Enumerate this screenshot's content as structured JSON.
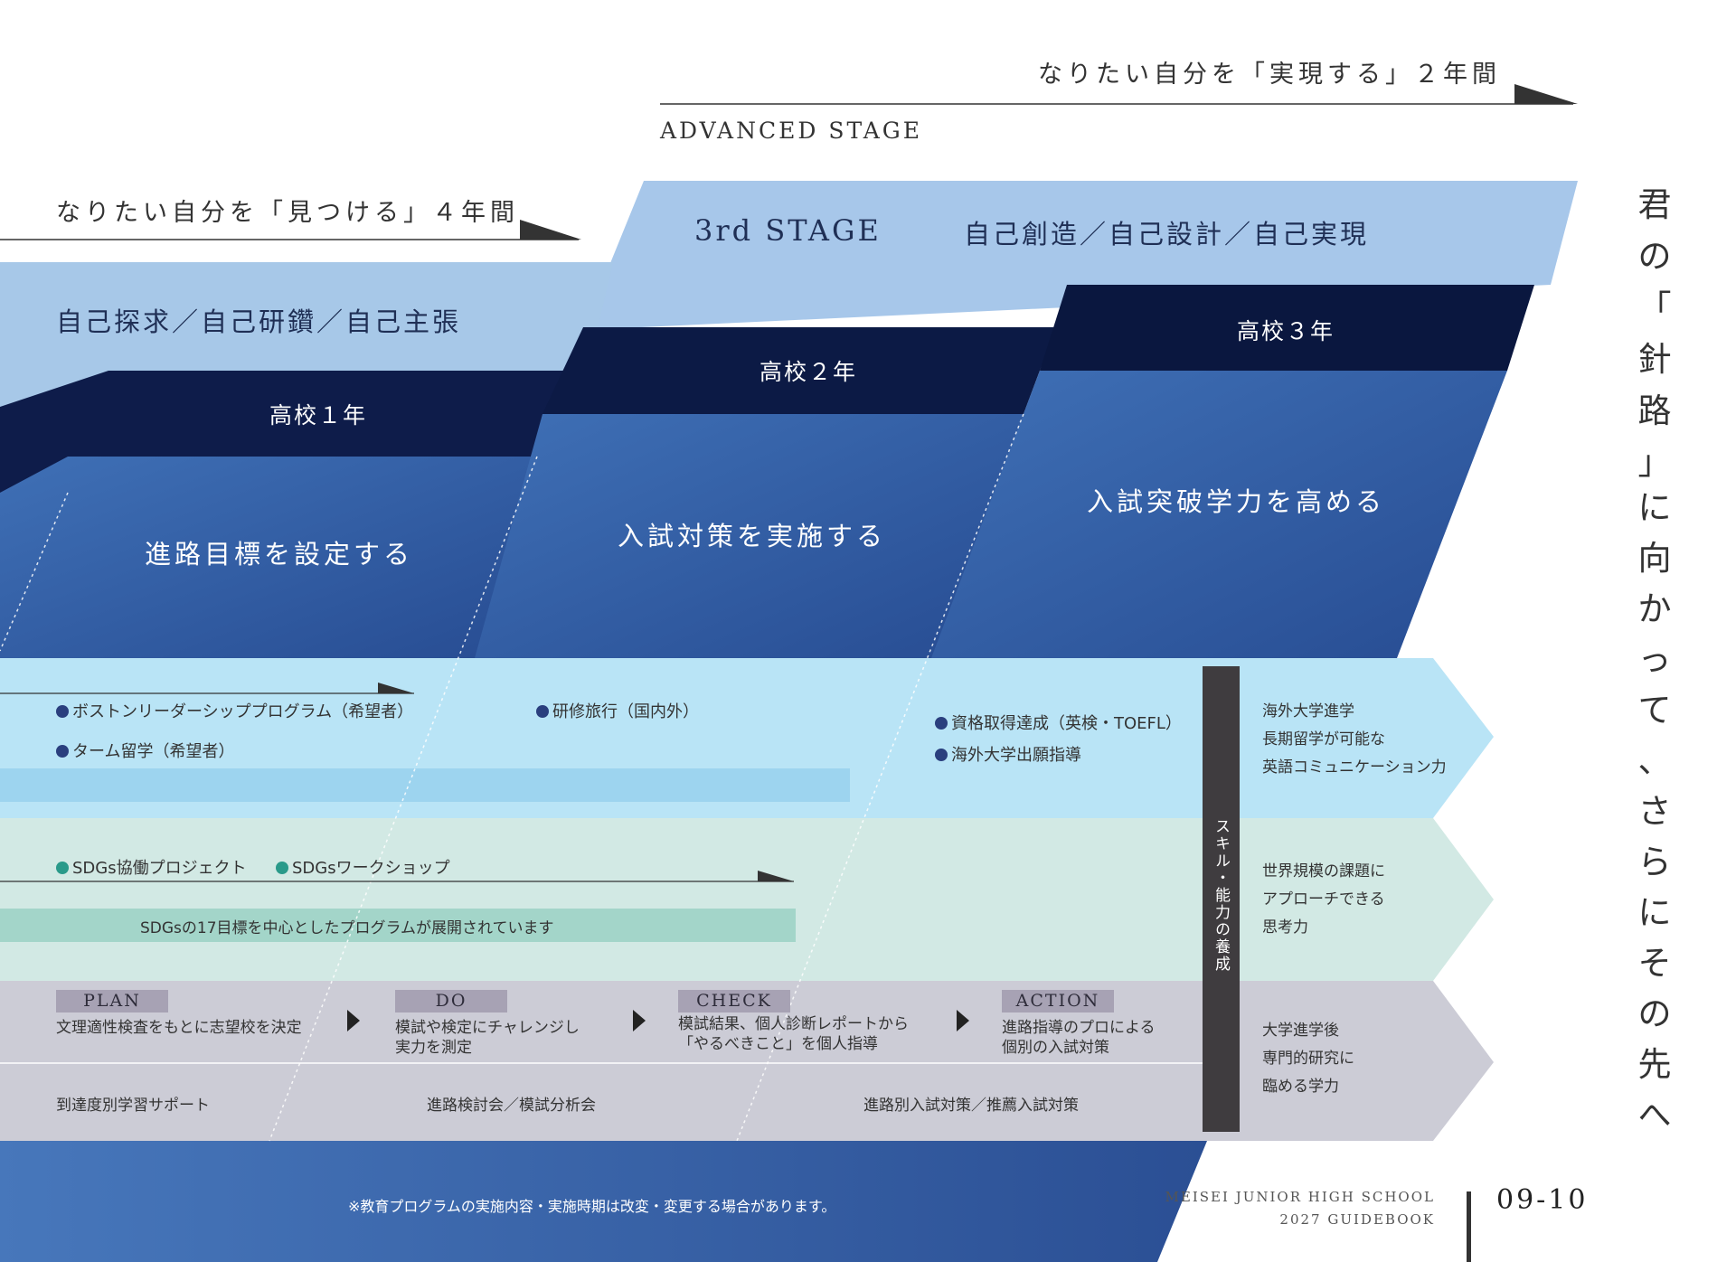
{
  "header": {
    "advanced_caption": "なりたい自分を「実現する」２年間",
    "advanced_label": "ADVANCED STAGE",
    "left_caption": "なりたい自分を「見つける」４年間"
  },
  "stages": {
    "third_title": "3rd STAGE",
    "third_keywords": "自己創造／自己設計／自己実現",
    "left_keywords": "自己探求／自己研鑽／自己主張"
  },
  "grades": [
    {
      "label": "高校１年",
      "goal": "進路目標を設定する"
    },
    {
      "label": "高校２年",
      "goal": "入試対策を実施する"
    },
    {
      "label": "高校３年",
      "goal": "入試突破学力を高める"
    }
  ],
  "english_band": {
    "items": [
      "ボストンリーダーシッププログラム（希望者）",
      "ターム留学（希望者）",
      "研修旅行（国内外）",
      "資格取得達成（英検・TOEFL）",
      "海外大学出願指導"
    ],
    "outcome": [
      "海外大学進学",
      "長期留学が可能な",
      "英語コミュニケーション力"
    ]
  },
  "sdgs_band": {
    "items": [
      "SDGs協働プロジェクト",
      "SDGsワークショップ"
    ],
    "bar_text": "SDGsの17目標を中心としたプログラムが展開されています",
    "outcome": [
      "世界規模の課題に",
      "アプローチできる",
      "思考力"
    ]
  },
  "pdca_band": {
    "steps": [
      {
        "tag": "PLAN",
        "lines": [
          "文理適性検査をもとに志望校を決定"
        ]
      },
      {
        "tag": "DO",
        "lines": [
          "模試や検定にチャレンジし",
          "実力を測定"
        ]
      },
      {
        "tag": "CHECK",
        "lines": [
          "模試結果、個人診断レポートから",
          "「やるべきこと」を個人指導"
        ]
      },
      {
        "tag": "ACTION",
        "lines": [
          "進路指導のプロによる",
          "個別の入試対策"
        ]
      }
    ],
    "sub": [
      "到達度別学習サポート",
      "進路検討会／模試分析会",
      "進路別入試対策／推薦入試対策"
    ],
    "outcome": [
      "大学進学後",
      "専門的研究に",
      "臨める学力"
    ]
  },
  "skill_bar": "スキル・能力の養成",
  "vertical_heading": {
    "col1": [
      "君",
      "の",
      "「",
      "針",
      "路",
      "」"
    ],
    "col2": [
      "に",
      "向",
      "か",
      "っ",
      "て",
      "、",
      "さ",
      "ら",
      "に",
      "そ",
      "の",
      "先",
      "へ"
    ]
  },
  "footer": {
    "note": "※教育プログラムの実施内容・実施時期は改変・変更する場合があります。",
    "school": "MEISEI JUNIOR HIGH SCHOOL",
    "guidebook": "2027 GUIDEBOOK",
    "pages": "09-10"
  },
  "colors": {
    "light_stage": "#a7c7ea",
    "navy": "#0c1a45",
    "blue": "#33589c",
    "english_band": "#b9e4f6",
    "sdgs_band": "#d2e9e4",
    "sdgs_bar": "#a3d5c9",
    "pdca_band": "#ccccd6",
    "skill_bar": "#3f3c3f",
    "dot_navy": "#2a3f7e",
    "dot_teal": "#2a9a8a"
  }
}
